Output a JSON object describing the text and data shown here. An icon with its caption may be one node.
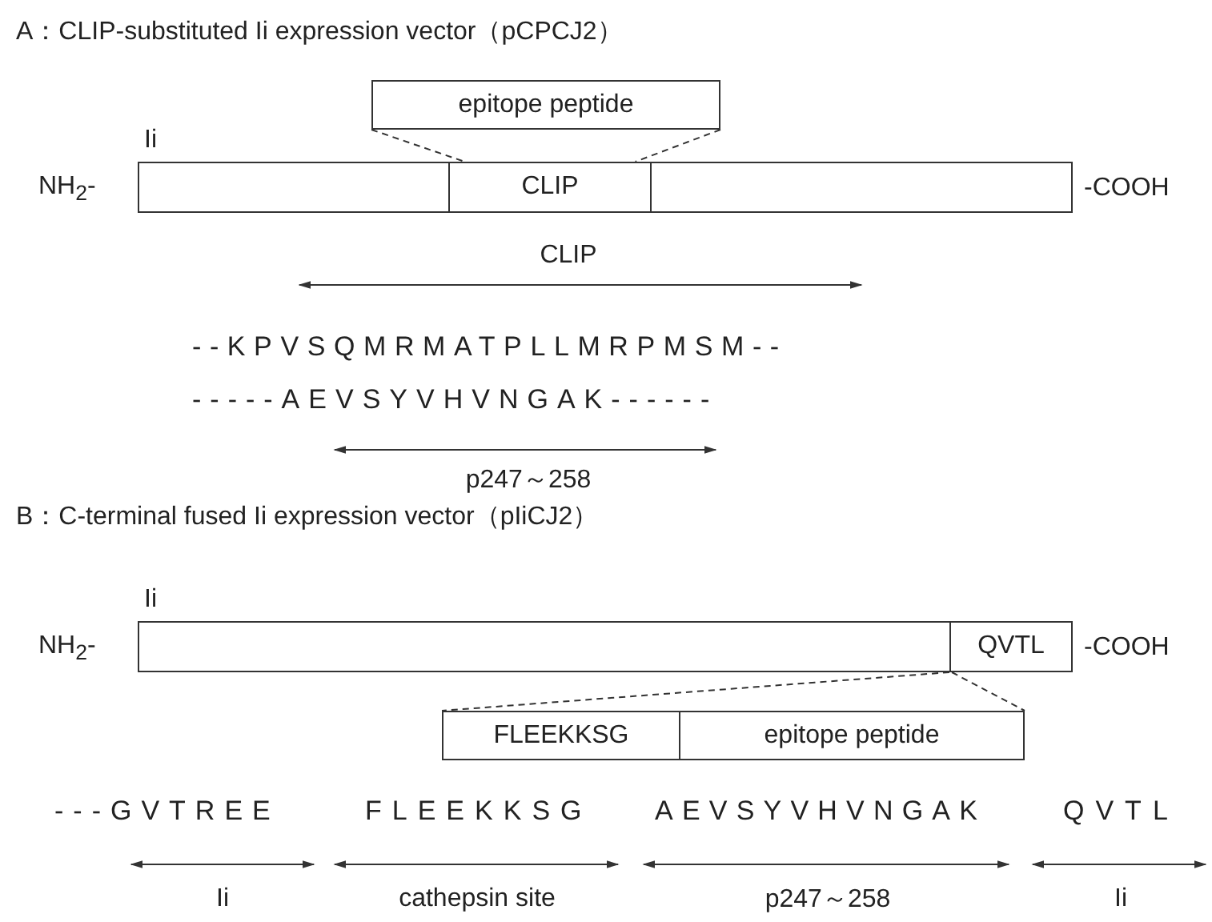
{
  "diagram": {
    "nodes": [
      {
        "text": [],
        "shape": "bar",
        "beside": [
          "Ii",
          "NH$_{2}$-",
          "-COOH"
        ]
      },
      {
        "text": [
          "CLIP"
        ],
        "in": 0
      },
      {
        "text": [
          "epitope peptide"
        ]
      },
      {
        "text": [],
        "shape": "bar",
        "beside": [
          "Ii",
          "NH$_{2}$-",
          "-COOH"
        ]
      },
      {
        "text": [
          "QVTL"
        ],
        "in": 3
      },
      {
        "text": [
          "FLEEKKSG"
        ]
      },
      {
        "text": [
          "epitope peptide"
        ]
      }
    ],
    "edges": [
      {
        "from": 2,
        "to": 1,
        "arrow": "none",
        "style": "dashed"
      },
      {
        "from": 2,
        "to": 1,
        "arrow": "none",
        "style": "dashed"
      },
      {
        "from": 4,
        "to": 5,
        "arrow": "none",
        "style": "dashed"
      },
      {
        "from": 4,
        "to": 6,
        "arrow": "none",
        "style": "dashed"
      }
    ],
    "labels": [
      "A：CLIP-substituted Ii expression vector（pCPCJ2）",
      "CLIP",
      "--KPVSQMRMATPLLMRPMSM--",
      "-----AEVSYVHVNGAK------",
      "p247～258",
      "B：C-terminal fused Ii expression vector（pIiCJ2）",
      "---GVTREE",
      "FLEEKKSG",
      "AEVSYVHVNGAK",
      "QVTL",
      "Ii",
      "cathepsin site",
      "p247～258",
      "Ii"
    ]
  }
}
